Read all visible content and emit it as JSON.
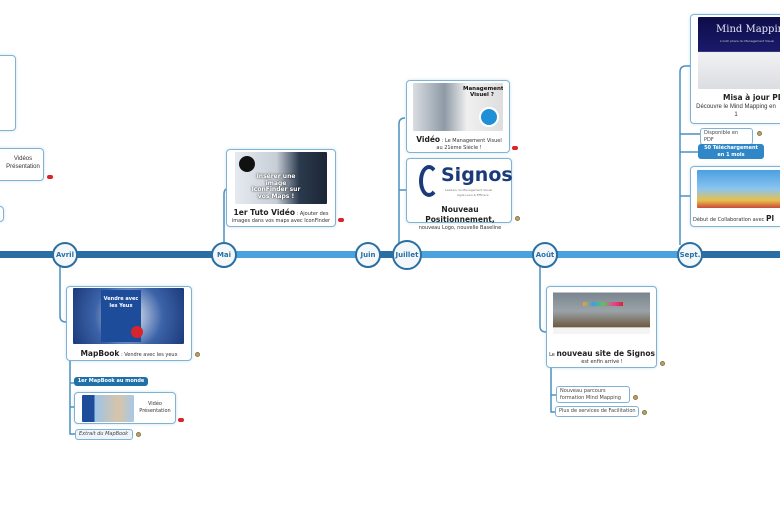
{
  "timeline": {
    "months": [
      "Avril",
      "Mai",
      "Juin",
      "Juillet",
      "Août",
      "Sept."
    ]
  },
  "left": {
    "video_label_1": "Vidéos",
    "video_label_2": "Présentation"
  },
  "mai": {
    "thumb_text": "Insérer une image IconFinder sur vos Maps !",
    "title": "1er Tuto Vidéo",
    "desc": " : Ajouter des images dans vos maps avec IconFinder"
  },
  "juillet": {
    "video": {
      "thumb_text": "Management Visuel ?",
      "title": "Vidéo",
      "desc": " : Le Management Visuel au 21ème Siècle !"
    },
    "signos": {
      "logo": "Signos",
      "tagline": "Leaders du Management Visuel",
      "sub": "Agile Lean & Efficace",
      "title": "Nouveau Positionnement,",
      "desc": "nouveau Logo, nouvelle Baseline"
    }
  },
  "sept": {
    "pdf": {
      "thumb_title": "Mind Mapping",
      "thumb_sub": "L'outil phare du Management Visuel",
      "title": "Misa à jour PDF",
      "desc": "Découvre le Mind Mapping en 1"
    },
    "available": "Disponible en PDF",
    "downloads_1": "50 Téléchargement",
    "downloads_2": "en 1 mois",
    "collab": {
      "desc": "Début de Collaboration avec ",
      "strong": "Pl"
    }
  },
  "avril": {
    "mapbook": {
      "thumb_title": "Vendre avec les Yeux",
      "title": "MapBook",
      "desc": " : Vendre avec les yeux"
    },
    "first": "1er MapBook au monde",
    "video_1": "Vidéo",
    "video_2": "Présentation",
    "extract": "Extrait du MapBook"
  },
  "aout": {
    "site": {
      "pre": "Le ",
      "title": "nouveau site de Signos",
      "desc": "est enfin arrivé !"
    },
    "parcours_1": "Nouveau parcours",
    "parcours_2": "formation Mind Mapping",
    "services": "Plus de services de Facilitation"
  },
  "colors": {
    "timeline": "#2a6fa3",
    "timeline_light": "#4aa3df",
    "border": "#7fb3d5",
    "red": "#d8242d"
  }
}
